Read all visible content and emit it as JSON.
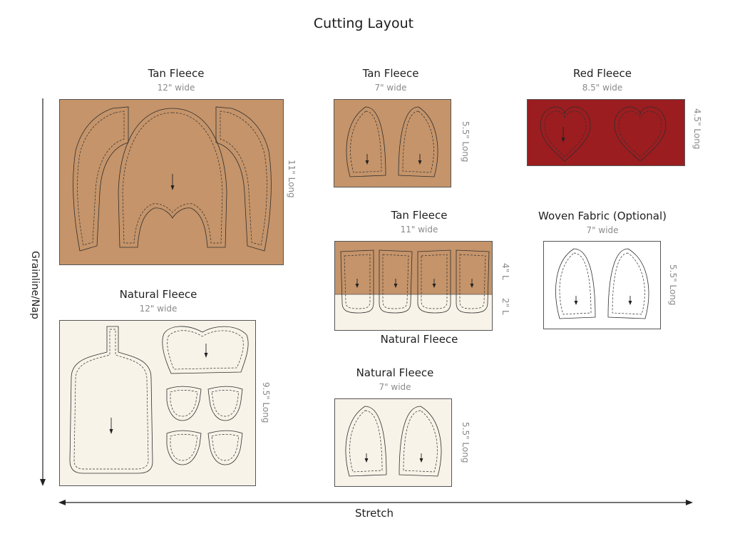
{
  "title": "Cutting Layout",
  "grainline_label": "Grainline/Nap",
  "stretch_label": "Stretch",
  "panels": {
    "tan_12": {
      "name": "Tan Fleece",
      "width": "12\" wide",
      "length": "11\" Long",
      "color": "#c5946a"
    },
    "tan_7": {
      "name": "Tan Fleece",
      "width": "7\" wide",
      "length": "5.5\" Long",
      "color": "#c5946a"
    },
    "red": {
      "name": "Red Fleece",
      "width": "8.5\" wide",
      "length": "4.5\" Long",
      "color": "#9b1d20"
    },
    "tan_11": {
      "name": "Tan Fleece",
      "width": "11\" wide",
      "length_tan": "4\" L",
      "length_natural": "2\" L",
      "bottom_name": "Natural Fleece"
    },
    "woven": {
      "name": "Woven Fabric (Optional)",
      "width": "7\" wide",
      "length": "5.5\" Long",
      "color": "#ffffff"
    },
    "natural_12": {
      "name": "Natural Fleece",
      "width": "12\" wide",
      "length": "9.5\" Long",
      "color": "#f8f3e9"
    },
    "natural_7": {
      "name": "Natural Fleece",
      "width": "7\" wide",
      "length": "5.5\" Long",
      "color": "#f8f3e9"
    }
  },
  "icons": [
    "grainline-arrow-icon",
    "stretch-arrow-icon"
  ]
}
